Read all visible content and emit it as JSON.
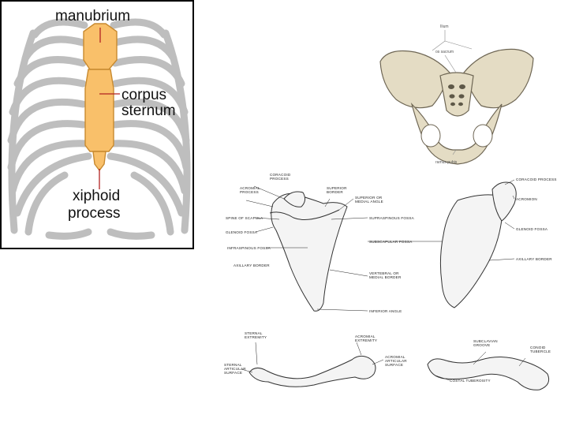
{
  "sternum": {
    "manubrium": "manubrium",
    "corpus_line1": "corpus",
    "corpus_line2": "sternum",
    "xiphoid_line1": "xiphoid",
    "xiphoid_line2": "process"
  },
  "pelvis": {
    "ilium": "Ilium",
    "sacrum": "os sacrum",
    "pubis": "ramus pubis"
  },
  "scapula": {
    "coracoid_left": "CORACOID\nPROCESS",
    "acromial_process": "ACROMIAL\nPROCESS",
    "superior_border": "SUPERIOR\nBORDER",
    "superior_medial_angle": "SUPERIOR OR\nMEDIAL ANGLE",
    "spine_of_scapula": "SPINE OF SCAPULA",
    "supraspinous_fossa": "SUPRASPINOUS FOSSA",
    "glenoid_fossa": "GLENOID FOSSA",
    "subscapular_fossa": "SUBSCAPULAR FOSSA",
    "infraspinous_fossa": "INFRASPINOUS FOSSA",
    "axillary_border_left": "AXILLARY BORDER",
    "vertebral_border": "VERTEBRAL OR\nMEDIAL BORDER",
    "inferior_angle": "INFERIOR ANGLE",
    "coracoid_right": "CORACOID PROCESS",
    "acromion": "ACROMION",
    "glenoid_fossa_right": "GLENOID FOSSA",
    "axillary_border_right": "AXILLARY BORDER"
  },
  "clavicle": {
    "sternal_extremity": "STERNAL\nEXTREMITY",
    "acromial_extremity": "ACROMIAL\nEXTREMITY",
    "sternal_articular": "STERNAL\nARTICULAR\nSURFACE",
    "acromial_articular": "ACROMIAL\nARTICULAR\nSURFACE",
    "subclavian_groove": "SUBCLAVIAN\nGROOVE",
    "conoid_tubercle": "CONOID\nTUBERCLE",
    "costal_tuberosity": "COSTAL TUBEROSITY"
  },
  "colors": {
    "sternum_fill": "#F9C06A",
    "rib_fill": "#BEBEBE",
    "pelvis_bone": "#E4DCC4",
    "leader_red": "#B22222"
  }
}
